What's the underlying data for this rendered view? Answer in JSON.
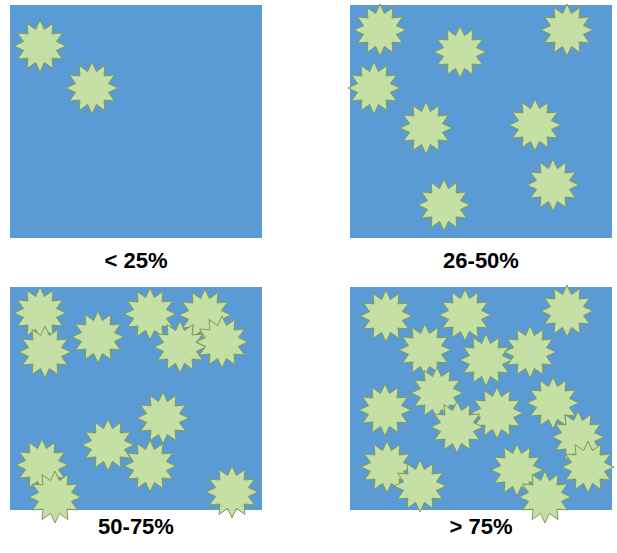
{
  "diagram": {
    "labels": [
      "< 25%",
      "26-50%",
      "50-75%",
      "> 75%"
    ]
  }
}
